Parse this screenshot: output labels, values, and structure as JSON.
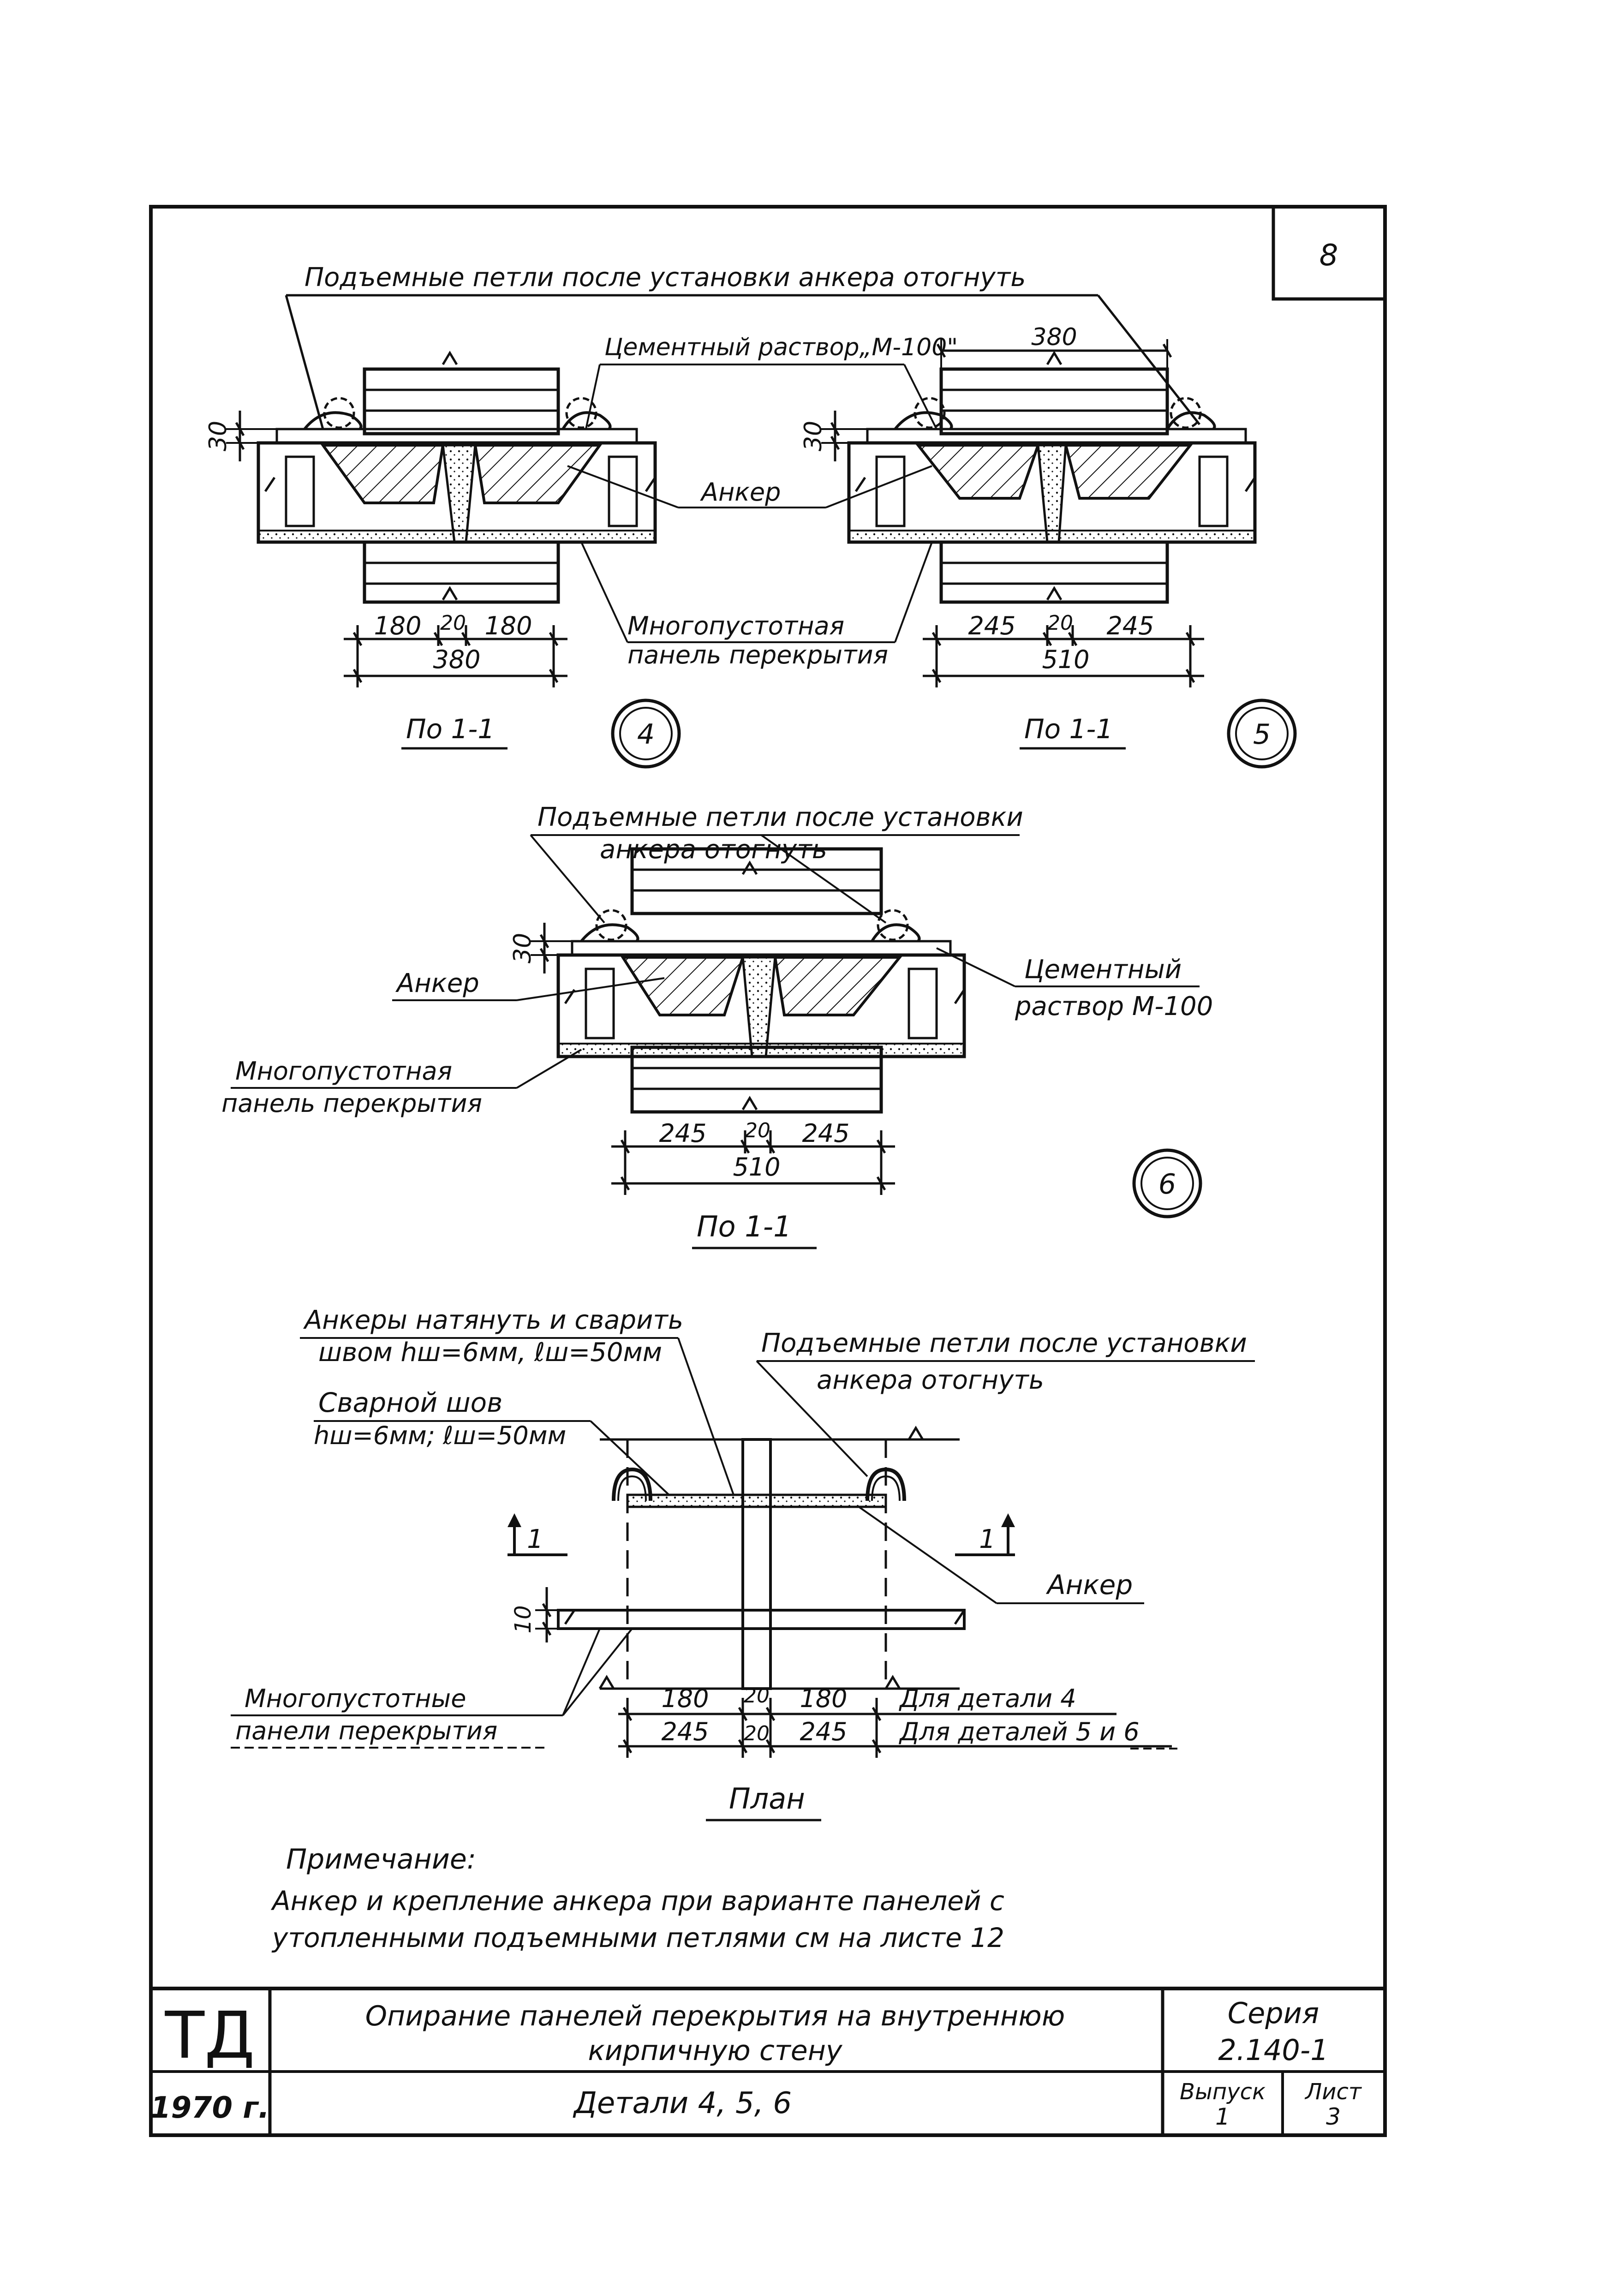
{
  "sheet": {
    "page_number": "8",
    "stamp_logo": "ТД",
    "year": "1970 г.",
    "title_line1": "Опирание панелей перекрытия на внутреннюю",
    "title_line2": "кирпичную стену",
    "subtitle": "Детали 4, 5, 6",
    "series_label": "Серия",
    "series_value": "2.140-1",
    "issue_label": "Выпуск",
    "issue_value": "1",
    "sheet_label": "Лист",
    "sheet_value": "3"
  },
  "labels": {
    "top_loops": "Подъемные петли после установки анкера отогнуть",
    "cement_mortar_m100": "Цементный раствор„М-100\"",
    "anchor": "Анкер",
    "panel_line1": "Многопустотная",
    "panel_line2": "панель перекрытия",
    "loops6_line1": "Подъемные петли после установки",
    "loops6_line2": "анкера отогнуть",
    "cement6_line1": "Цементный",
    "cement6_line2": "раствор М-100",
    "anchors_weld_line1": "Анкеры натянуть и сварить",
    "anchors_weld_line2": "швом hш=6мм, ℓш=50мм",
    "weld_seam_line1": "Сварной шов",
    "weld_seam_line2": "hш=6мм; ℓш=50мм",
    "plan_loops_line1": "Подъемные петли после установки",
    "plan_loops_line2": "анкера отогнуть",
    "panels_plural_line1": "Многопустотные",
    "panels_plural_line2": "панели перекрытия",
    "for_detail_4": "Для детали 4",
    "for_details_5_6": "Для деталей 5 и 6",
    "plan_title": "План",
    "section_title": "По 1-1",
    "section_mark": "1"
  },
  "details": {
    "d4": "4",
    "d5": "5",
    "d6": "6"
  },
  "dims": {
    "d30": "30",
    "d10": "10",
    "d180": "180",
    "d20": "20",
    "d245": "245",
    "d380": "380",
    "d510": "510"
  },
  "note": {
    "title": "Примечание:",
    "line1": "Анкер и крепление анкера при варианте панелей с",
    "line2": "утопленными подъемными петлями см на листе 12"
  }
}
